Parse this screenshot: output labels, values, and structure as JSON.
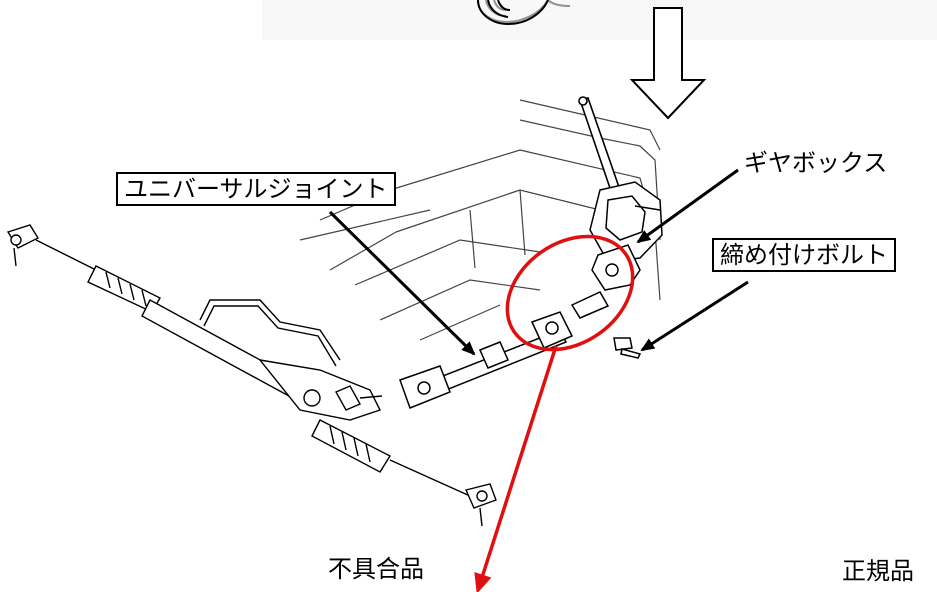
{
  "labels": {
    "universal_joint": "ユニバーサルジョイント",
    "gearbox": "ギヤボックス",
    "tightening_bolt": "締め付けボルト",
    "defective_part": "不具合品",
    "genuine_part": "正規品"
  },
  "colors": {
    "highlight": "#e01010",
    "line": "#000000"
  }
}
